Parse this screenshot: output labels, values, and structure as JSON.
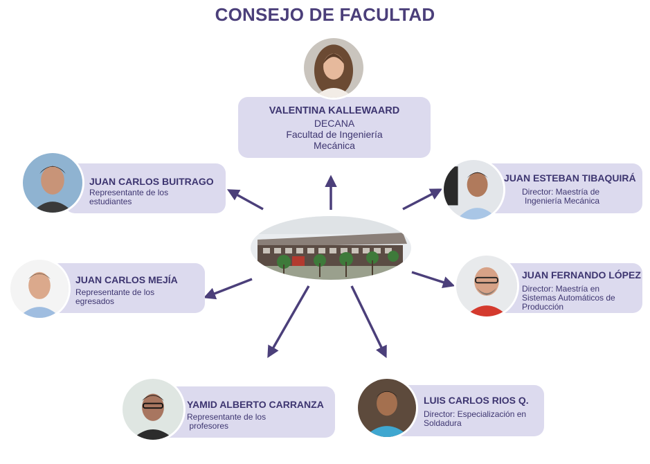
{
  "title": "CONSEJO DE FACULTAD",
  "members": {
    "dean": {
      "name": "VALENTINA KALLEWAARD",
      "role1": "DECANA",
      "role2": "Facultad de Ingeniería",
      "role3": "Mecánica"
    },
    "buitrago": {
      "name": "JUAN CARLOS BUITRAGO",
      "role1": "Representante de los",
      "role2": "estudiantes"
    },
    "tibaquira": {
      "name": "JUAN ESTEBAN TIBAQUIRÁ",
      "role1": "Director: Maestría de",
      "role2": "Ingeniería Mecánica"
    },
    "mejia": {
      "name": "JUAN CARLOS MEJÍA",
      "role1": "Representante de los",
      "role2": "egresados"
    },
    "lopez": {
      "name": "JUAN FERNANDO LÓPEZ",
      "role1": "Director: Maestría  en",
      "role2": "Sistemas Automáticos de",
      "role3": "Producción"
    },
    "carranza": {
      "name": "YAMID ALBERTO CARRANZA",
      "role1": "Representante de los",
      "role2": " profesores"
    },
    "rios": {
      "name": "LUIS CARLOS RIOS Q.",
      "role1": "Director: Especialización en",
      "role2": "Soldadura"
    }
  },
  "colors": {
    "title": "#4b3f7a",
    "card": "#dcdaee",
    "text": "#3d3570",
    "arrow": "#4b3f7a"
  }
}
